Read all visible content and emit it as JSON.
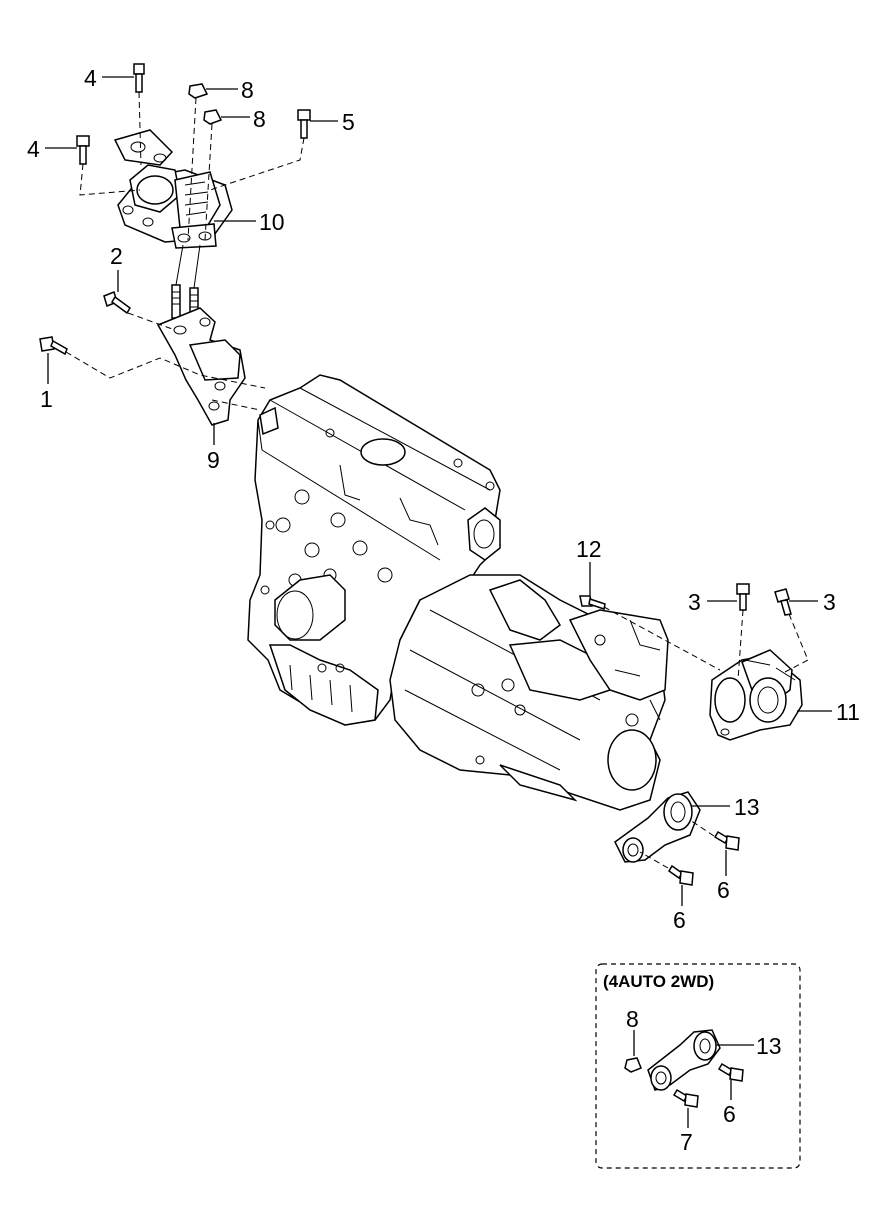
{
  "callouts": [
    {
      "id": "c1",
      "text": "1"
    },
    {
      "id": "c2",
      "text": "2"
    },
    {
      "id": "c3a",
      "text": "3"
    },
    {
      "id": "c3b",
      "text": "3"
    },
    {
      "id": "c4a",
      "text": "4"
    },
    {
      "id": "c4b",
      "text": "4"
    },
    {
      "id": "c5",
      "text": "5"
    },
    {
      "id": "c6a",
      "text": "6"
    },
    {
      "id": "c6b",
      "text": "6"
    },
    {
      "id": "c8a",
      "text": "8"
    },
    {
      "id": "c8b",
      "text": "8"
    },
    {
      "id": "c9",
      "text": "9"
    },
    {
      "id": "c10",
      "text": "10"
    },
    {
      "id": "c11",
      "text": "11"
    },
    {
      "id": "c12",
      "text": "12"
    },
    {
      "id": "c13",
      "text": "13"
    }
  ],
  "inset": {
    "title": "(4AUTO 2WD)",
    "callouts": [
      {
        "id": "i8",
        "text": "8"
      },
      {
        "id": "i13",
        "text": "13"
      },
      {
        "id": "i6",
        "text": "6"
      },
      {
        "id": "i7",
        "text": "7"
      }
    ]
  }
}
